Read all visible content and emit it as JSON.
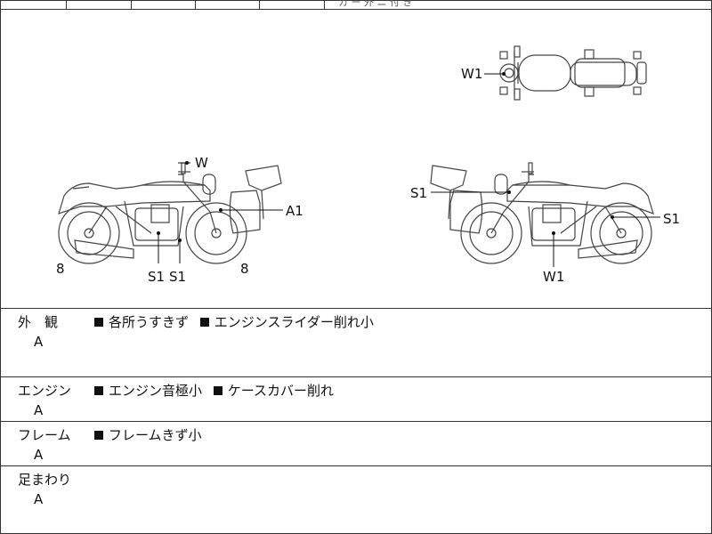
{
  "top_row": {
    "fragment": "カ ー 外 ニ 付 き"
  },
  "diagram": {
    "labels": {
      "w_top": "W1",
      "w_left": "W",
      "a1": "A1",
      "s1_a": "S1",
      "s1_b": "S1",
      "eight_left": "8",
      "eight_right": "8",
      "s1_right_left": "S1",
      "s1_right_right": "S1",
      "w1_right": "W1"
    }
  },
  "sections": [
    {
      "title": "外　観",
      "grade": "A",
      "notes": [
        "各所うすきず",
        "エンジンスライダー削れ小"
      ]
    },
    {
      "title": "エンジン",
      "grade": "A",
      "notes": [
        "エンジン音極小",
        "ケースカバー削れ"
      ]
    },
    {
      "title": "フレーム",
      "grade": "A",
      "notes": [
        "フレームきず小"
      ]
    },
    {
      "title": "足まわり",
      "grade": "A",
      "notes": []
    }
  ]
}
